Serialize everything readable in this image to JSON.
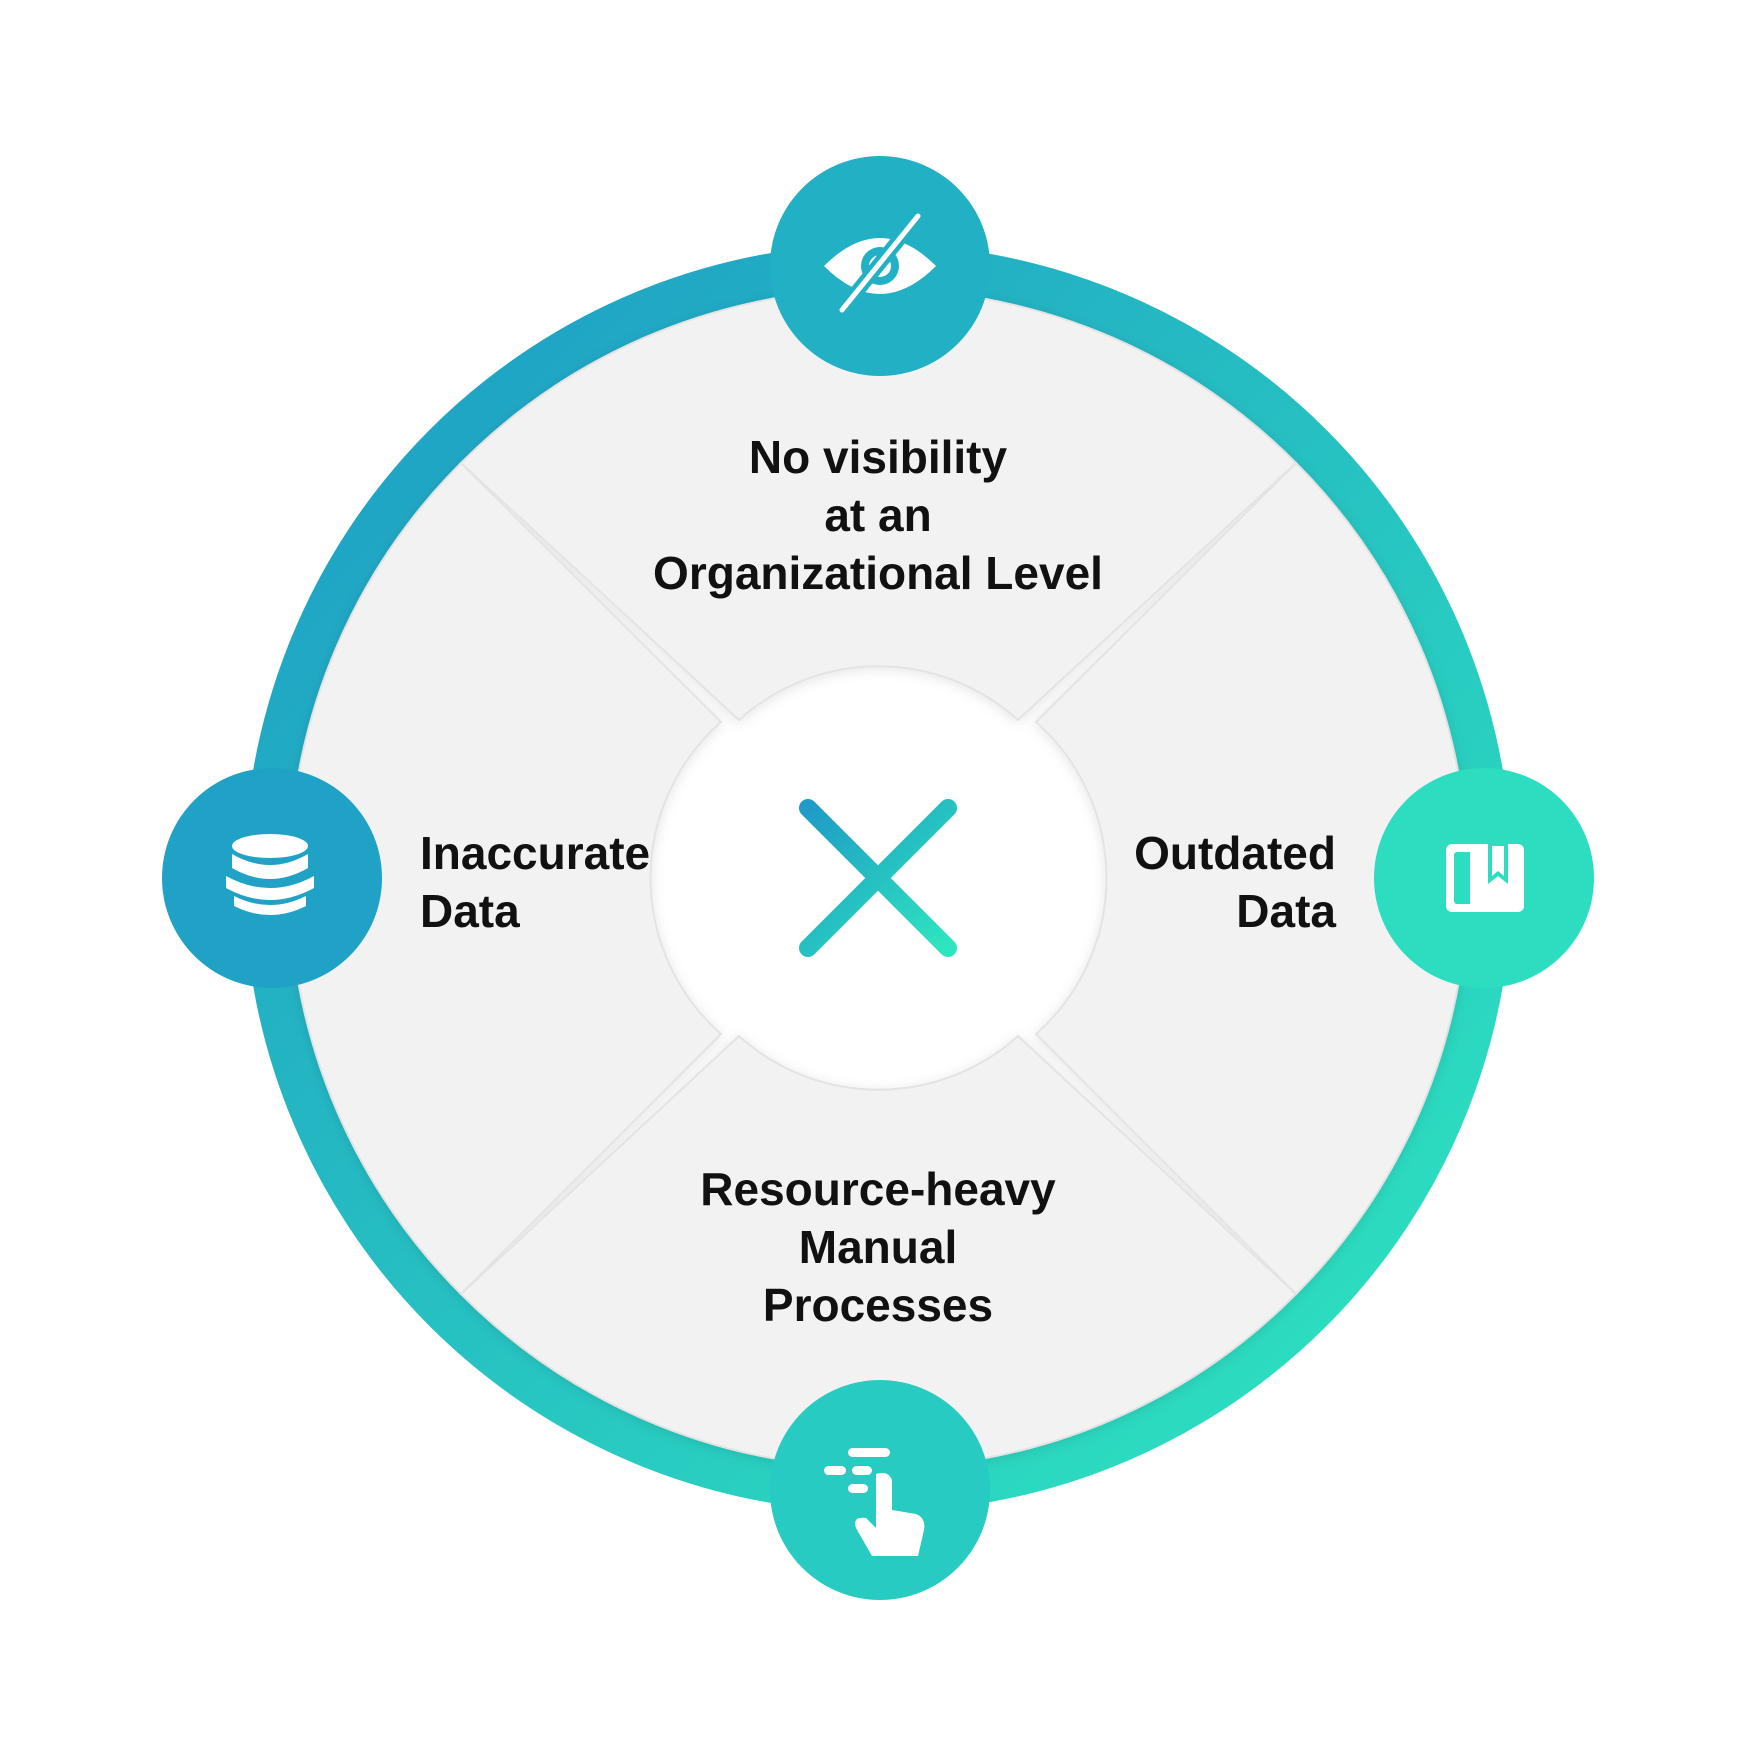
{
  "colors": {
    "gradient_start": "#1E9BC6",
    "gradient_end": "#2EE6BE",
    "segment_fill": "#F2F2F2",
    "center_fill": "#FFFFFF",
    "text": "#111111"
  },
  "segments": {
    "top": {
      "lines": [
        "No visibility",
        "at an",
        "Organizational Level"
      ],
      "icon": "eye-slash-icon"
    },
    "left": {
      "lines": [
        "Inaccurate",
        "Data"
      ],
      "icon": "database-icon"
    },
    "right": {
      "lines": [
        "Outdated",
        "Data"
      ],
      "icon": "bookmark-book-icon"
    },
    "bottom": {
      "lines": [
        "Resource-heavy",
        "Manual",
        "Processes"
      ],
      "icon": "tap-pointer-icon"
    }
  },
  "center": {
    "icon": "close-x-icon"
  }
}
